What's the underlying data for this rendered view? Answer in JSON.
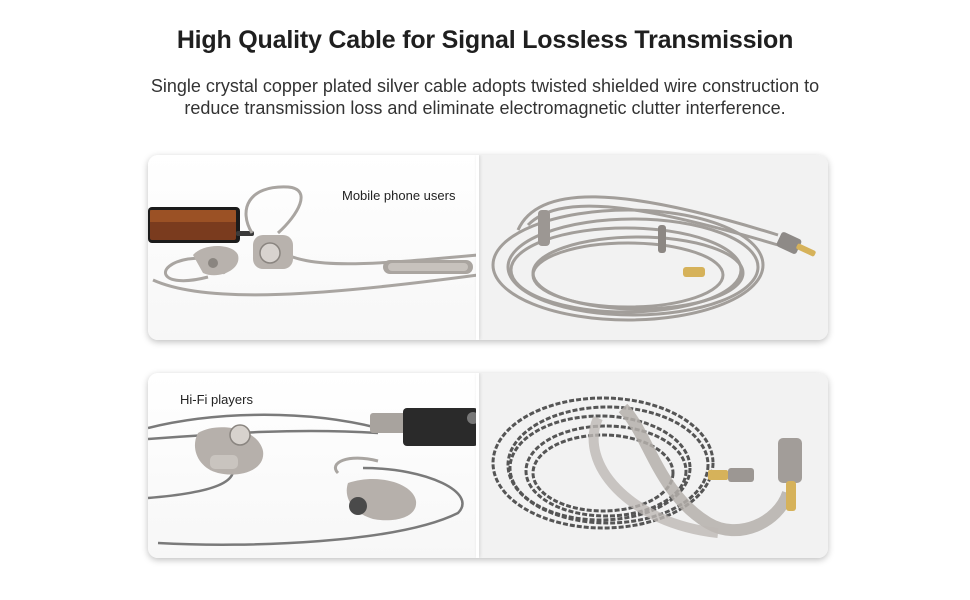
{
  "header": {
    "title": "High Quality Cable for Signal Lossless Transmission",
    "description_line1": "Single crystal copper plated silver cable adopts twisted shielded wire construction to",
    "description_line2": "reduce transmission loss and eliminate electromagnetic clutter interference."
  },
  "panels": [
    {
      "label": "Mobile phone users",
      "left_image": "earphones-with-phone-photo",
      "right_image": "coiled-cable-with-mic-photo"
    },
    {
      "label": "Hi-Fi players",
      "left_image": "earphones-with-dac-photo",
      "right_image": "coiled-braided-cable-photo"
    }
  ],
  "colors": {
    "background": "#ffffff",
    "panel_right_bg": "#f2f2f2",
    "cable_silver": "#9a9694",
    "cable_dark": "#6e6e6e",
    "plug_gold": "#d6b25a"
  }
}
